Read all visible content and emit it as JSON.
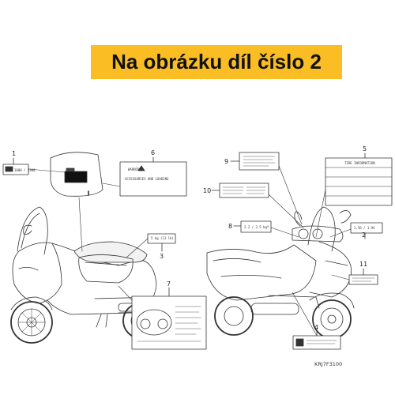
{
  "banner": {
    "text": "Na obrázku díl číslo 2",
    "color": "#fbbd24"
  },
  "callouts": [
    "1",
    "2",
    "3",
    "4",
    "5",
    "6",
    "7",
    "8",
    "9",
    "10",
    "11"
  ],
  "labels": {
    "warning_title": "WARNING",
    "warning_body": "ACCESSORIES AND LOADING",
    "tire_info": "TIRE INFORMATION"
  },
  "diagram_code": "KRJ7F3100"
}
